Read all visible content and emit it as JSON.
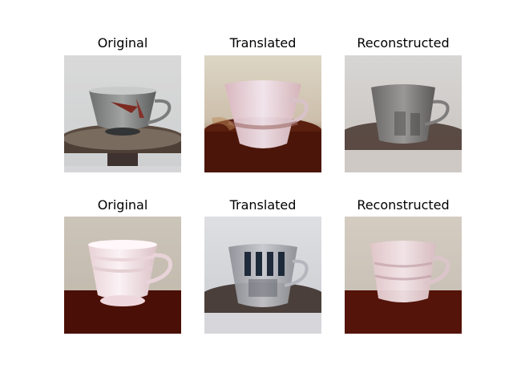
{
  "figure": {
    "rows": [
      {
        "panels": [
          {
            "title": "Original"
          },
          {
            "title": "Translated"
          },
          {
            "title": "Reconstructed"
          }
        ]
      },
      {
        "panels": [
          {
            "title": "Original"
          },
          {
            "title": "Translated"
          },
          {
            "title": "Reconstructed"
          }
        ]
      }
    ]
  }
}
